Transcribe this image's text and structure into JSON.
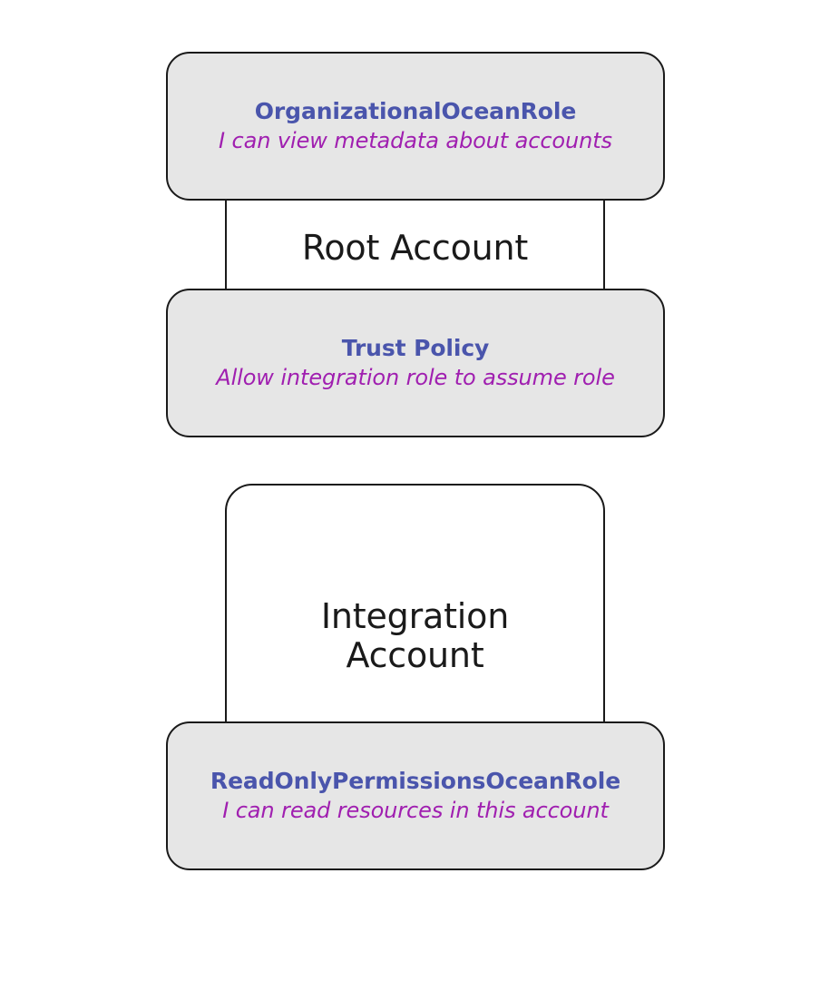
{
  "diagram": {
    "type": "aws-cross-account-role-diagram",
    "background_color": "#ffffff",
    "colors": {
      "card_fill": "#e6e6e6",
      "card_border": "#1a1a1a",
      "container_fill": "#ffffff",
      "container_border": "#1a1a1a",
      "title_blue": "#4a55ac",
      "subtitle_purple": "#a01fb0",
      "account_label": "#1a1a1a"
    },
    "accounts": [
      {
        "id": "root-account",
        "label": "Root Account"
      },
      {
        "id": "integration-account",
        "label": "Integration\nAccount"
      }
    ],
    "cards": [
      {
        "id": "organizational-role",
        "title": "OrganizationalOceanRole",
        "subtitle": "I can view metadata about accounts"
      },
      {
        "id": "trust-policy",
        "title": "Trust Policy",
        "subtitle": "Allow integration role to assume role"
      },
      {
        "id": "readonly-role",
        "title": "ReadOnlyPermissionsOceanRole",
        "subtitle": "I can read resources in this account"
      }
    ]
  }
}
